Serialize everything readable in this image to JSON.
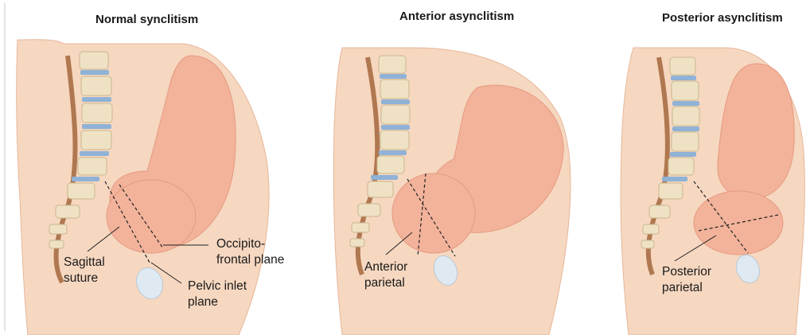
{
  "panels": [
    {
      "title": "Normal synclitism",
      "labels": {
        "occipito_line1": "Occipito-",
        "occipito_line2": "frontal plane",
        "sagittal_line1": "Sagittal",
        "sagittal_line2": "suture",
        "pelvic_line1": "Pelvic inlet",
        "pelvic_line2": "plane"
      }
    },
    {
      "title": "Anterior asynclitism",
      "labels": {
        "line1": "Anterior",
        "line2": "parietal"
      }
    },
    {
      "title": "Posterior asynclitism",
      "labels": {
        "line1": "Posterior",
        "line2": "parietal"
      }
    }
  ],
  "colors": {
    "skin": "#f6d7c0",
    "skin_edge": "#e6b79a",
    "fetus": "#f2b39a",
    "fetus_dark": "#e59a80",
    "spine_bone": "#efe2c4",
    "disc": "#8fb2d6",
    "cord": "#b07850",
    "symphysis": "#dfe9f1"
  }
}
